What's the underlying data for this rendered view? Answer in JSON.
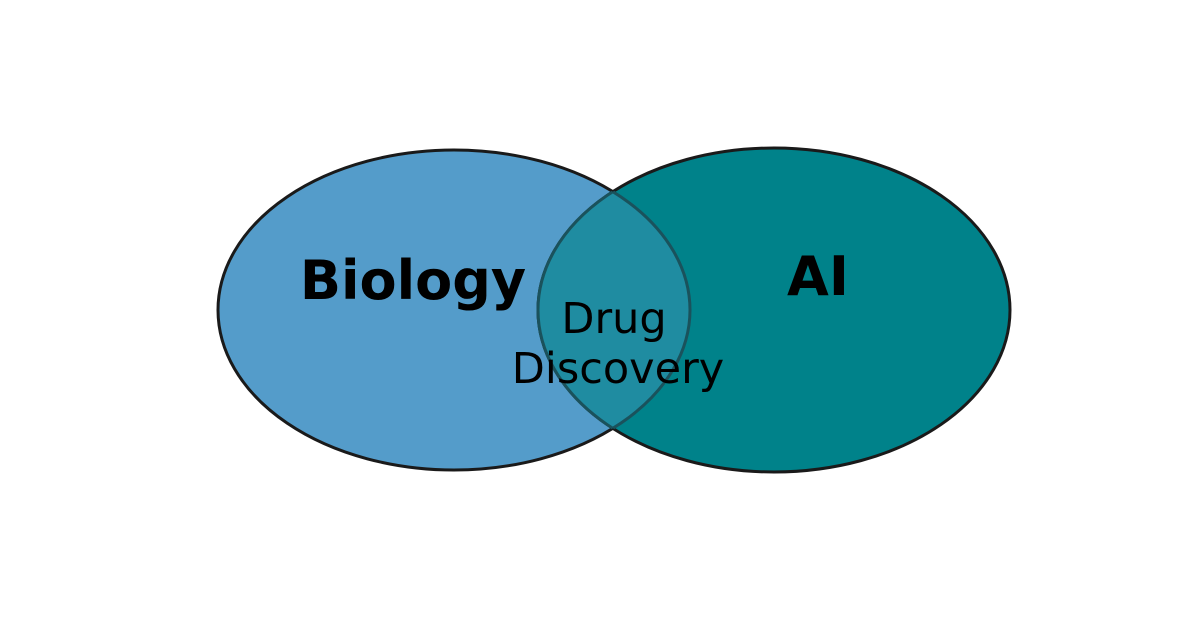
{
  "diagram": {
    "type": "venn",
    "background": "#ffffff",
    "text_color": "#000000",
    "outline_color": "#1a1a1a",
    "sets": {
      "left": {
        "label": "Biology",
        "fill": "#549CCA"
      },
      "right": {
        "label": "AI",
        "fill": "#00828A"
      }
    },
    "intersection": {
      "label_line1": "Drug",
      "label_line2": "Discovery",
      "fill": "#1F8CA1",
      "outline_tint": "#1A525C"
    }
  }
}
